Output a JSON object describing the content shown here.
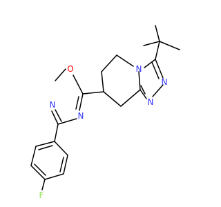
{
  "atom_labels": {
    "n_bridge": "N",
    "n_triazole_1": "N",
    "n_triazole_2": "N",
    "o_oxadiazole": "O",
    "n_oxadiazole_1": "N",
    "n_oxadiazole_2": "N",
    "fluorine": "F"
  },
  "colors": {
    "nitrogen": "#3333ff",
    "oxygen": "#ff0000",
    "fluorine": "#90e050",
    "bond": "#000000",
    "background": "#ffffff"
  }
}
